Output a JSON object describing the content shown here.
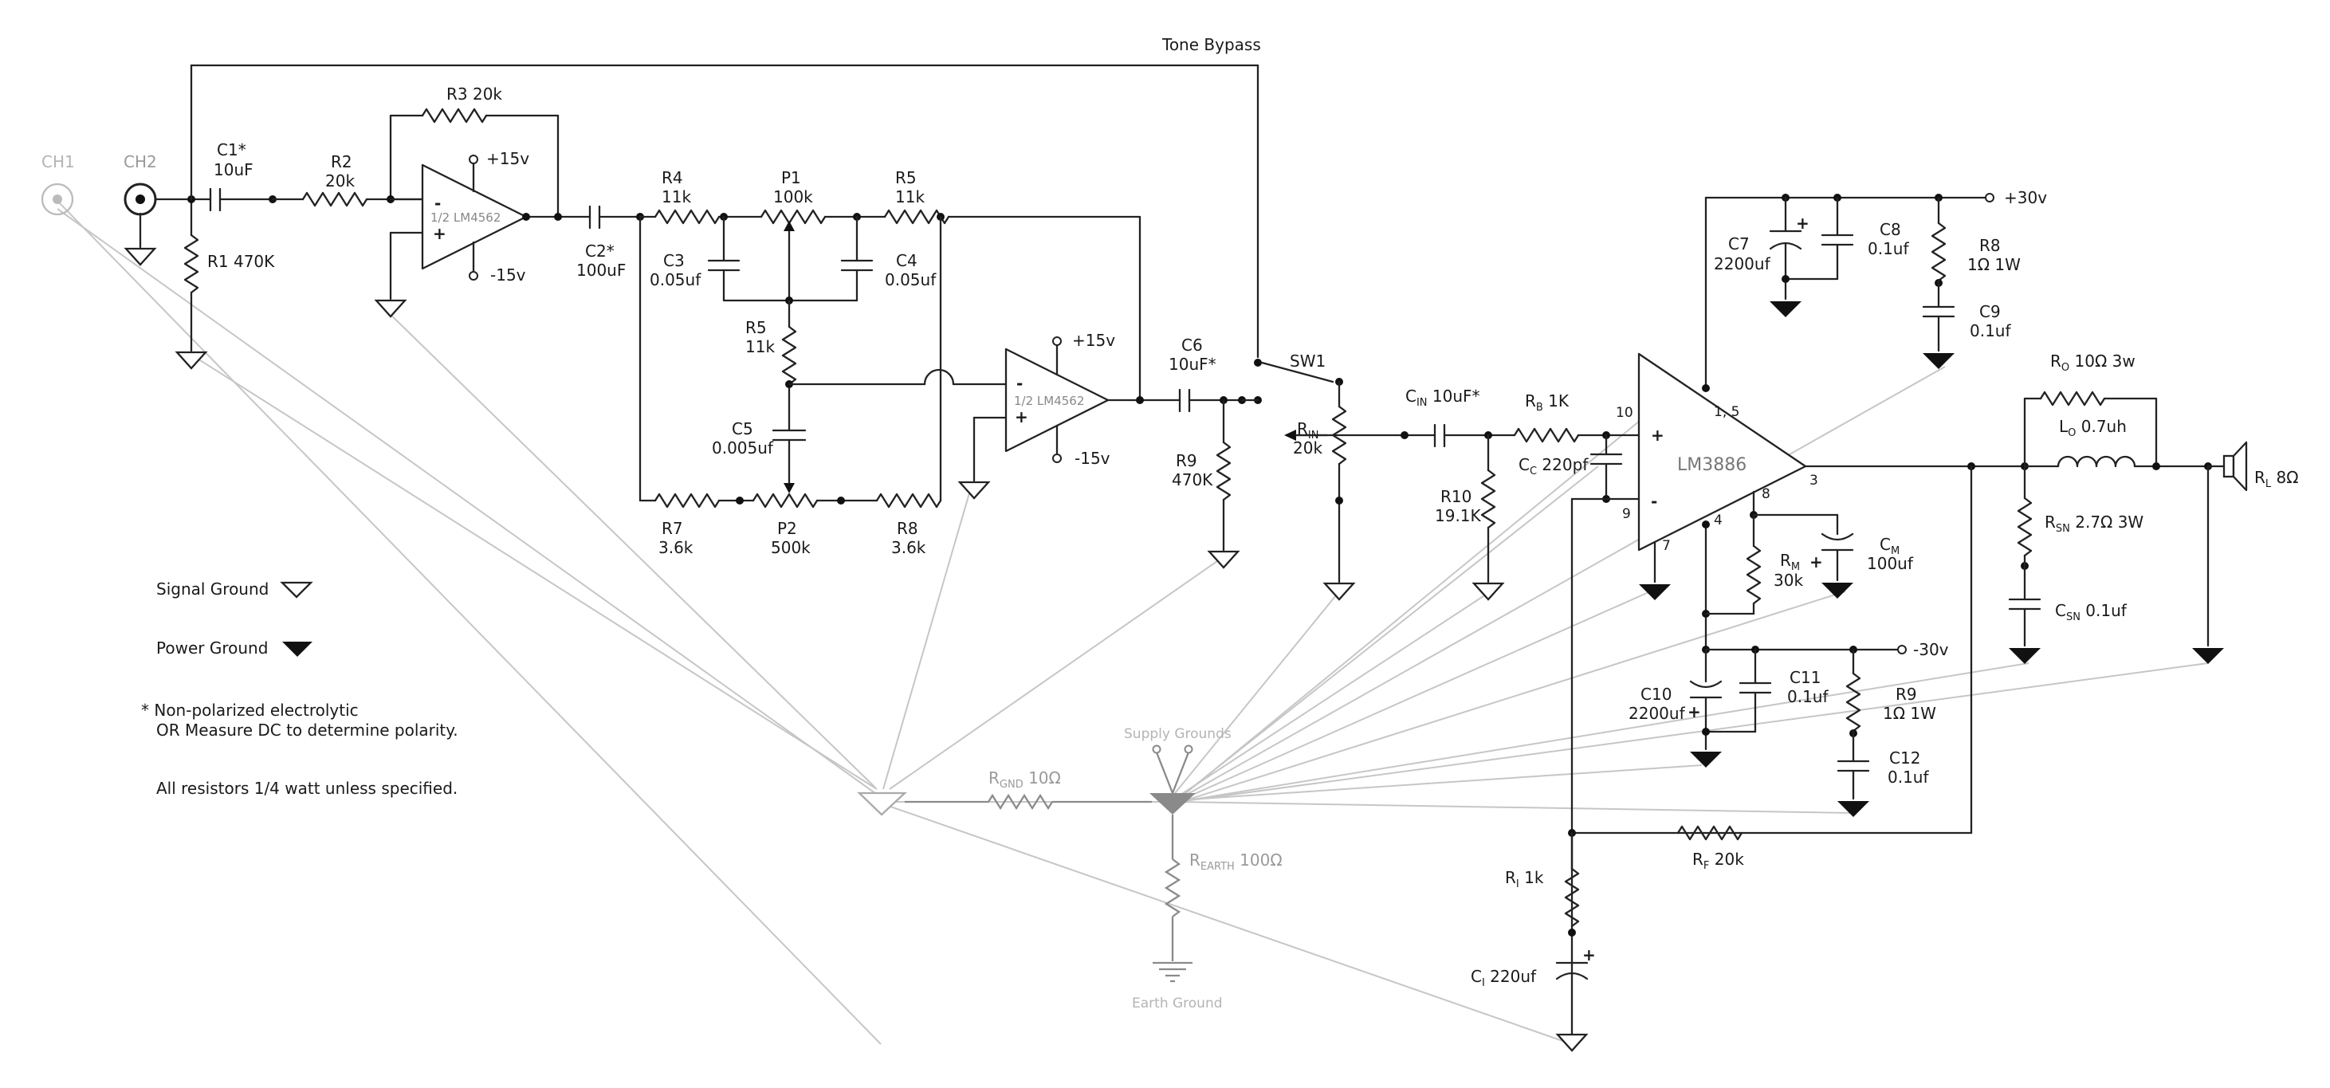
{
  "title": "Tone Bypass",
  "inputs": {
    "ch1": "CH1",
    "ch2": "CH2"
  },
  "opamp_label": "1/2 LM4562",
  "amp_label": "LM3886",
  "rails": {
    "pos15": "+15v",
    "neg15": "-15v",
    "pos30": "+30v",
    "neg30": "-30v"
  },
  "switch": "SW1",
  "components": {
    "c1": [
      "C1*",
      "10uF"
    ],
    "r2": [
      "R2",
      "20k"
    ],
    "r3": "R3 20k",
    "r1": "R1 470K",
    "c2": [
      "C2*",
      "100uF"
    ],
    "r4": [
      "R4",
      "11k"
    ],
    "p1": [
      "P1",
      "100k"
    ],
    "r5a": [
      "R5",
      "11k"
    ],
    "c3": [
      "C3",
      "0.05uf"
    ],
    "c4": [
      "C4",
      "0.05uf"
    ],
    "r5b": [
      "R5",
      "11k"
    ],
    "c5": [
      "C5",
      "0.005uf"
    ],
    "r7": [
      "R7",
      "3.6k"
    ],
    "p2": [
      "P2",
      "500k"
    ],
    "r8": [
      "R8",
      "3.6k"
    ],
    "c6": [
      "C6",
      "10uF*"
    ],
    "r9": [
      "R9",
      "470K"
    ],
    "rin": [
      "R",
      "IN",
      "20k"
    ],
    "cin": [
      "C",
      "IN",
      " 10uF*"
    ],
    "rb": [
      "R",
      "B",
      " 1K"
    ],
    "r10": [
      "R10",
      "19.1K"
    ],
    "cc": [
      "C",
      "C",
      " 220pf"
    ],
    "c7": [
      "C7",
      "2200uf"
    ],
    "c8": [
      "C8",
      "0.1uf"
    ],
    "r8p": [
      "R8",
      "1Ω 1W"
    ],
    "c9": [
      "C9",
      "0.1uf"
    ],
    "rm": [
      "R",
      "M",
      "30k"
    ],
    "cm": [
      "C",
      "M",
      "100uf"
    ],
    "c10": [
      "C10",
      "2200uf"
    ],
    "c11": [
      "C11",
      "0.1uf"
    ],
    "r9p": [
      "R9",
      "1Ω 1W"
    ],
    "c12": [
      "C12",
      "0.1uf"
    ],
    "ro": [
      "R",
      "O",
      " 10Ω 3w"
    ],
    "lo": [
      "L",
      "O",
      " 0.7uh"
    ],
    "rsn": [
      "R",
      "SN",
      " 2.7Ω 3W"
    ],
    "csn": [
      "C",
      "SN",
      " 0.1uf"
    ],
    "rl": [
      "R",
      "L",
      " 8Ω"
    ],
    "rf": [
      "R",
      "F",
      "  20k"
    ],
    "ri": [
      "R",
      "I",
      " 1k"
    ],
    "ci": [
      "C",
      "I",
      " 220uf"
    ],
    "rgnd": [
      "R",
      "GND",
      " 10Ω"
    ],
    "rearth": [
      "R",
      "EARTH",
      "  100Ω"
    ]
  },
  "pins": [
    "10",
    "1, 5",
    "9",
    "7",
    "4",
    "8",
    "3"
  ],
  "polarity": [
    "+",
    "-"
  ],
  "legend": {
    "signal_ground": "Signal Ground",
    "power_ground": "Power Ground",
    "note1": "* Non-polarized electrolytic",
    "note2": "OR Measure DC to determine polarity.",
    "note3": "All resistors 1/4 watt unless specified."
  },
  "grounds": {
    "supply": "Supply Grounds",
    "earth": "Earth Ground"
  }
}
